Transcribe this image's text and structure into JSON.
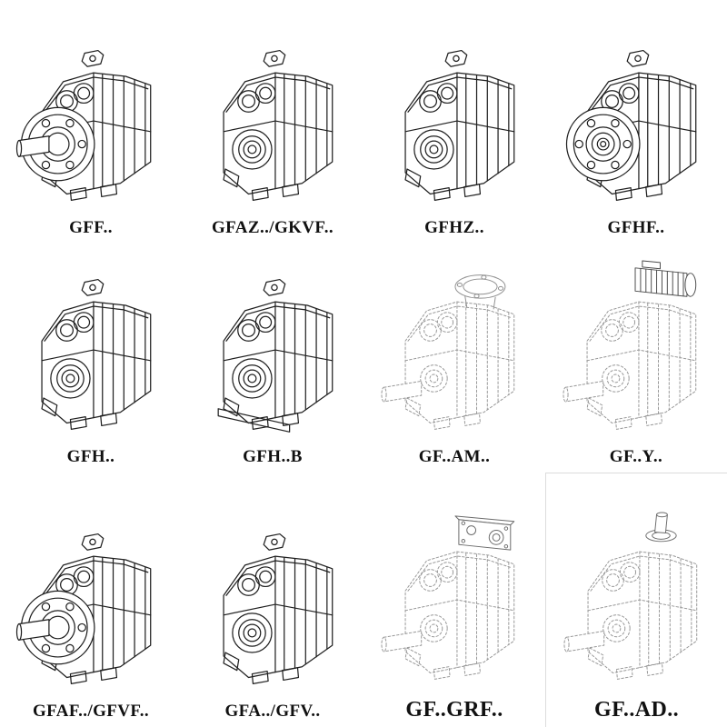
{
  "page": {
    "background": "#ffffff"
  },
  "colors": {
    "solid_line": "#1f1f1f",
    "dashed_line": "#979797",
    "label_text": "#111111",
    "frame_border": "#dcdcdc"
  },
  "catalog": {
    "items": [
      {
        "label": "GFF..",
        "drawing": "flange-shaft",
        "style": "solid"
      },
      {
        "label": "GFAZ../GKVF..",
        "drawing": "hollow-bore",
        "style": "solid"
      },
      {
        "label": "GFHZ..",
        "drawing": "hollow-bore",
        "style": "solid"
      },
      {
        "label": "GFHF..",
        "drawing": "flange",
        "style": "solid"
      },
      {
        "label": "GFH..",
        "drawing": "hollow-bore",
        "style": "solid"
      },
      {
        "label": "GFH..B",
        "drawing": "hollow-bore-base",
        "style": "solid"
      },
      {
        "label": "GF..AM..",
        "drawing": "motor-adapter-flange",
        "style": "dashed"
      },
      {
        "label": "GF..Y..",
        "drawing": "motor-mounted",
        "style": "dashed"
      },
      {
        "label": "GFAF../GFVF..",
        "drawing": "flange-shaft",
        "style": "solid"
      },
      {
        "label": "GFA../GFV..",
        "drawing": "hollow-bore",
        "style": "solid"
      },
      {
        "label": "GF..GRF..",
        "drawing": "primary-reducer",
        "style": "dashed"
      },
      {
        "label": "GF..AD..",
        "drawing": "input-shaft-adapter",
        "style": "dashed"
      }
    ]
  }
}
